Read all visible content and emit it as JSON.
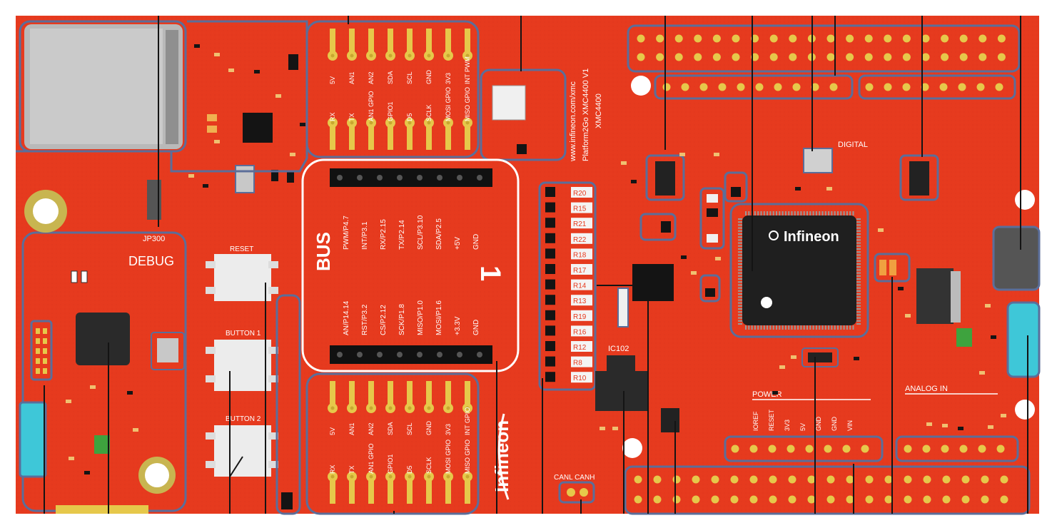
{
  "colors": {
    "board": "#e63a1e",
    "board_dark": "#c82c14",
    "outline": "#5b6e9a",
    "pad_gold": "#e6c84a",
    "header_black": "#111111",
    "ic_black": "#1a1a1a",
    "callout_line": "#141414"
  },
  "labels": {
    "debug": "DEBUG",
    "debug_ref": "JP300",
    "mikrobus": "BUS",
    "mikrobus_num": "1",
    "reset": "RESET",
    "button1": "BUTTON 1",
    "button2": "BUTTON 2",
    "power": "POWER",
    "analog_in": "ANALOG IN",
    "digital": "DIGITAL",
    "can": "CANL CANH",
    "ic102": "IC102",
    "chip_brand": "Infineon",
    "board_brand": "Infineon",
    "board_url": "www.infineon.com/xmc",
    "board_name_1": "Platform2Go XMC4400 V1",
    "board_name_2": "XMC4400",
    "r_labels": [
      "R20",
      "R15",
      "R21",
      "R22",
      "R18",
      "R17",
      "R14",
      "R13",
      "R19",
      "R16",
      "R12",
      "R8",
      "R10"
    ]
  },
  "mikrobus_pins": {
    "left": [
      "AN/P14.14",
      "RST/P3.2",
      "CS/P2.12",
      "SCK/P1.8",
      "MISO/P1.0",
      "MOSI/P1.6",
      "+3.3V",
      "GND"
    ],
    "right": [
      "PWM/P4.7",
      "INT/P3.1",
      "RX/P2.15",
      "TX/P2.14",
      "SCL/P3.10",
      "SDA/P2.5",
      "+5V",
      "GND"
    ]
  },
  "headers": {
    "top_click": [
      "5V",
      "AN1",
      "AN2",
      "SDA",
      "SCL",
      "GND",
      "3V3",
      "INT PWM"
    ],
    "top_click_bottom": [
      "RX",
      "TX",
      "AN1 GPIO",
      "GPIO1",
      "D5",
      "SCLK",
      "MOSI GPIO",
      "MISO GPIO"
    ],
    "bottom_click": [
      "5V",
      "AN1",
      "AN2",
      "SDA",
      "SCL",
      "GND",
      "3V3",
      "INT GPIO"
    ],
    "bottom_click_bottom": [
      "RX",
      "TX",
      "AN1 GPIO",
      "GPIO1",
      "D5",
      "SCLK",
      "MOSI GPIO",
      "MISO GPIO"
    ],
    "power_pins": [
      "IOREF",
      "RESET",
      "3V3",
      "5V",
      "GND",
      "GND",
      "VIN"
    ]
  }
}
